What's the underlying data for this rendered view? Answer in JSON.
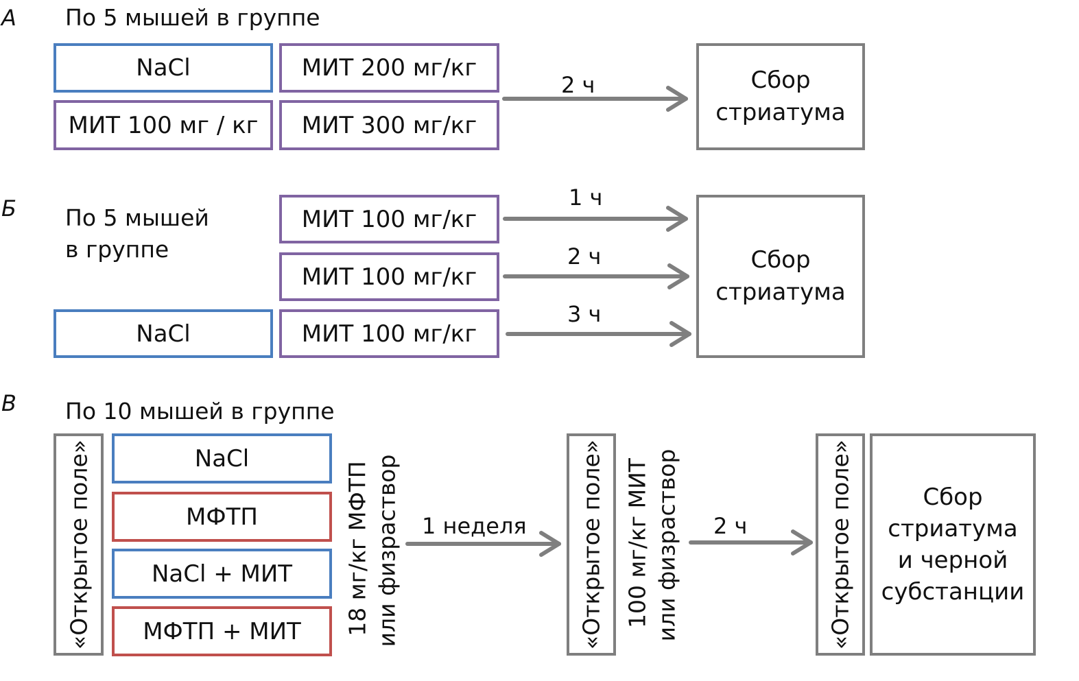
{
  "colors": {
    "nacl_border": "#4a7ebf",
    "mit_border": "#8064a2",
    "mftp_border": "#c0504d",
    "neutral_border": "#7f7f7f",
    "arrow": "#7f7f7f"
  },
  "panel_a": {
    "letter": "А",
    "heading": "По 5 мышей в группе",
    "groups": [
      "NaCl",
      "МИТ 200 мг/кг",
      "МИТ 100 мг / кг",
      "МИТ 300 мг/кг"
    ],
    "arrow_label": "2 ч",
    "collect": "Сбор стриатума"
  },
  "panel_b": {
    "letter": "Б",
    "heading_line1": "По 5 мышей",
    "heading_line2": "в группе",
    "control": "NaCl",
    "groups": [
      "МИТ 100 мг/кг",
      "МИТ 100 мг/кг",
      "МИТ 100 мг/кг"
    ],
    "arrow_labels": [
      "1 ч",
      "2 ч",
      "3 ч"
    ],
    "collect": "Сбор стриатума"
  },
  "panel_c": {
    "letter": "В",
    "heading": "По 10 мышей в группе",
    "open_field": "«Открытое поле»",
    "groups": [
      "NaCl",
      "МФТП",
      "NaCl + МИТ",
      "МФТП + МИТ"
    ],
    "injection1_line1": "18 мг/кг МФТП",
    "injection1_line2": "или физраствор",
    "arrow1_label": "1 неделя",
    "injection2_line1": "100 мг/кг МИТ",
    "injection2_line2": "или физраствор",
    "arrow2_label": "2 ч",
    "collect": "Сбор стриатума и черной субстанции"
  }
}
